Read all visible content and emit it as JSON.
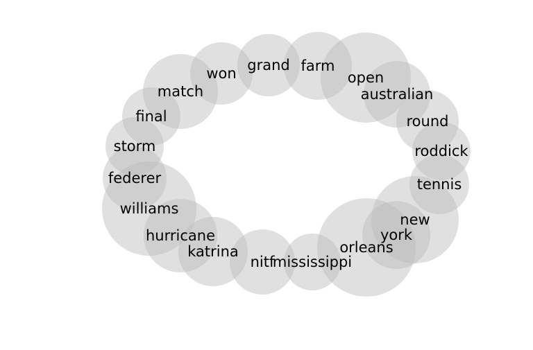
{
  "diagram": {
    "style": {
      "bubble_color": "#bbbbbb",
      "bubble_opacity": 0.45,
      "text_color": "#000000"
    },
    "words": [
      "won",
      "grand",
      "farm",
      "open",
      "australian",
      "match",
      "final",
      "round",
      "storm",
      "roddick",
      "federer",
      "tennis",
      "williams",
      "new",
      "york",
      "hurricane",
      "katrina",
      "orleans",
      "nitf",
      "mississippi"
    ]
  }
}
